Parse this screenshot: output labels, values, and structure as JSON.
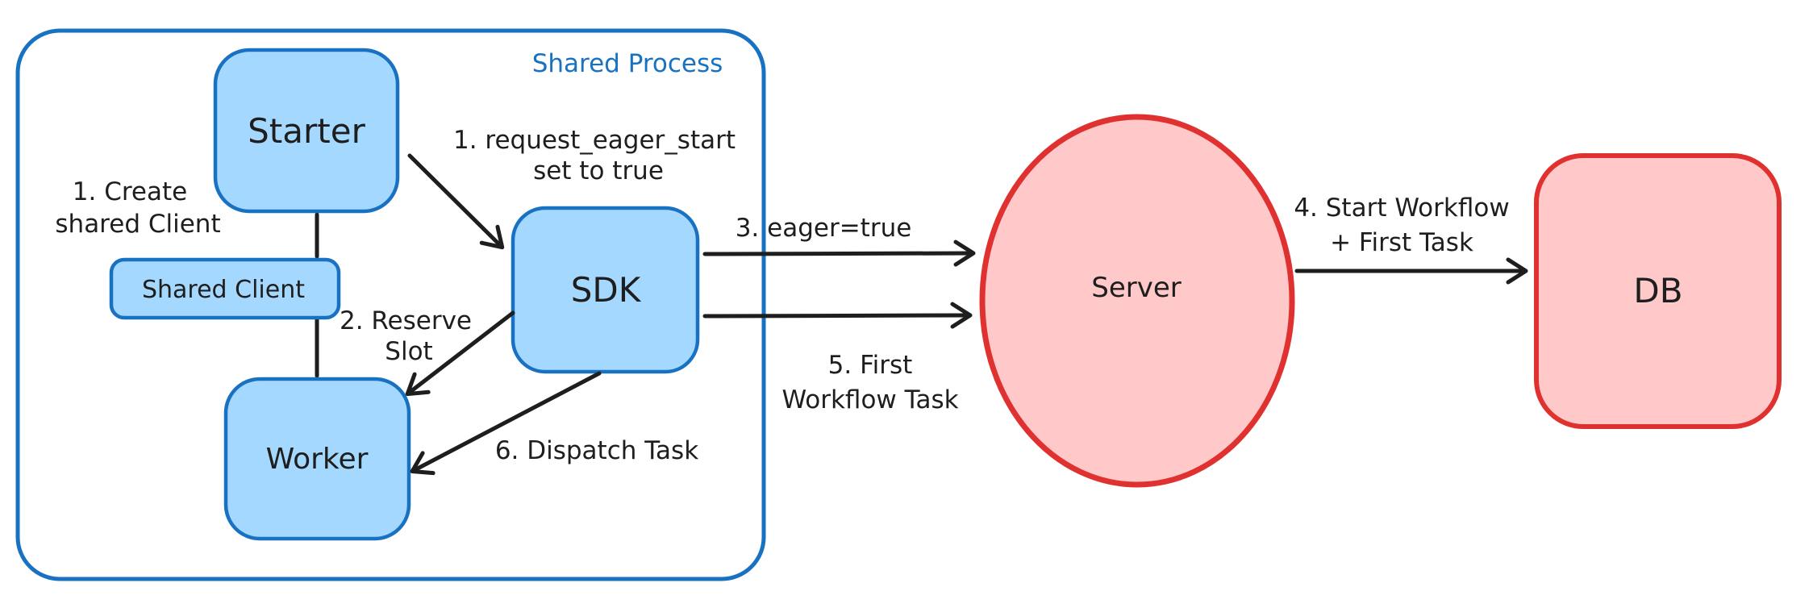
{
  "canvas": {
    "background": "#ffffff"
  },
  "colors": {
    "blue_stroke": "#1971c2",
    "blue_fill": "#a5d8ff",
    "red_stroke": "#e03131",
    "red_fill": "#ffc9c9",
    "ink": "#1e1e1e"
  },
  "container": {
    "label": "Shared Process"
  },
  "nodes": {
    "starter": {
      "label": "Starter"
    },
    "shared_client": {
      "label": "Shared Client"
    },
    "worker": {
      "label": "Worker"
    },
    "sdk": {
      "label": "SDK"
    },
    "server": {
      "label": "Server"
    },
    "db": {
      "label": "DB"
    }
  },
  "labels": {
    "create_shared_client": {
      "line1": "1. Create",
      "line2": "shared Client"
    },
    "request_eager_start": {
      "line1": "1. request_eager_start",
      "line2": "set to true"
    },
    "reserve_slot": {
      "line1": "2. Reserve",
      "line2": "Slot"
    },
    "eager_true": {
      "text": "3. eager=true"
    },
    "start_workflow_first_task": {
      "line1": "4. Start Workflow",
      "line2": "+ First Task"
    },
    "first_workflow_task": {
      "line1": "5. First",
      "line2": "Workflow Task"
    },
    "dispatch_task": {
      "text": "6. Dispatch Task"
    }
  }
}
